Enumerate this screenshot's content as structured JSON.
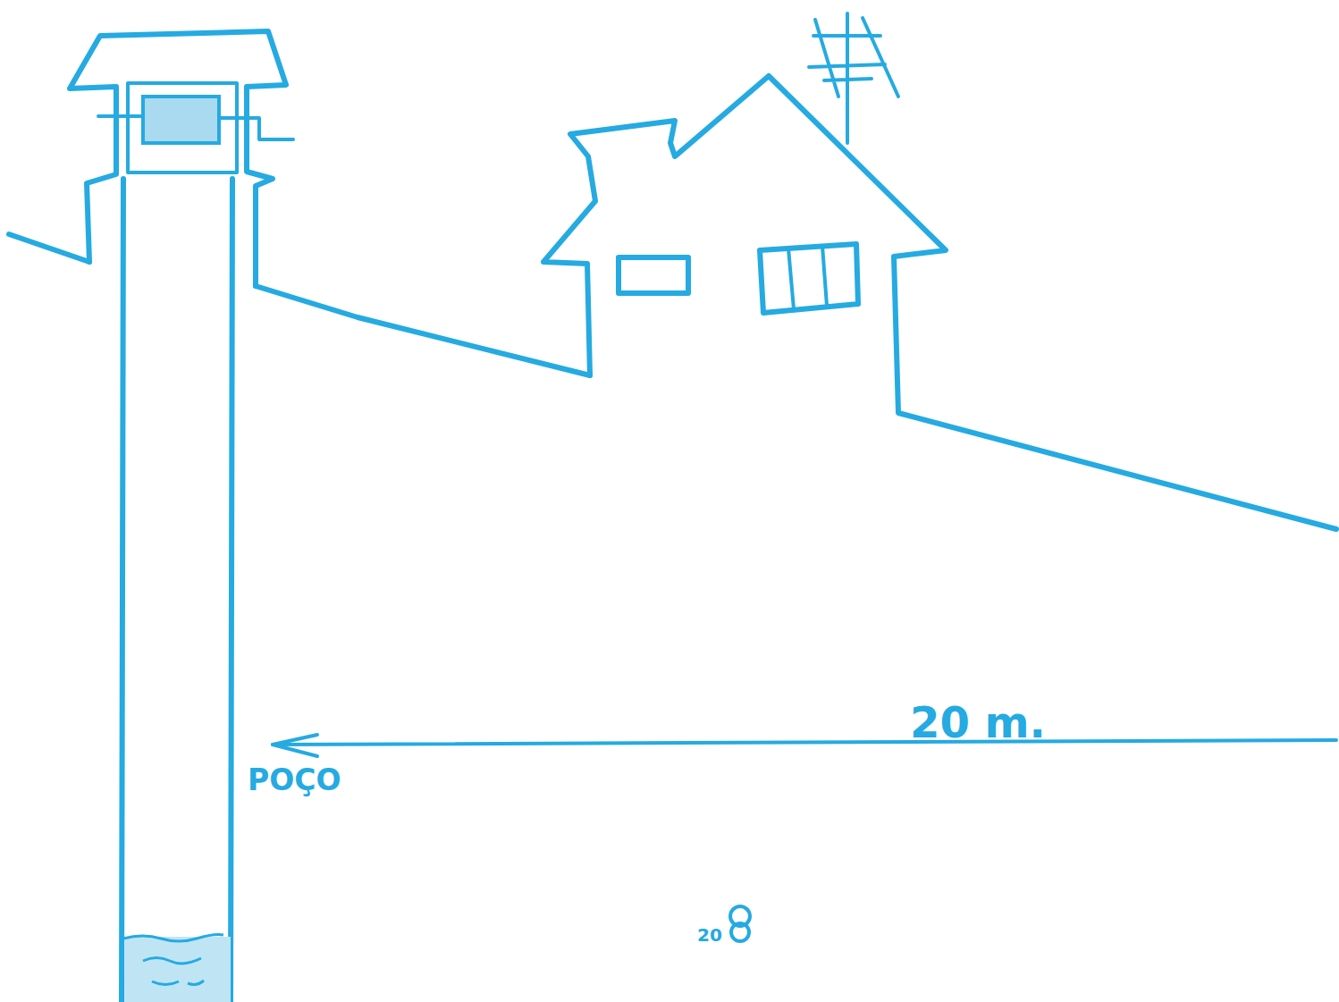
{
  "diagram": {
    "labels": [
      "20 m.",
      "POÇO",
      "20"
    ]
  }
}
